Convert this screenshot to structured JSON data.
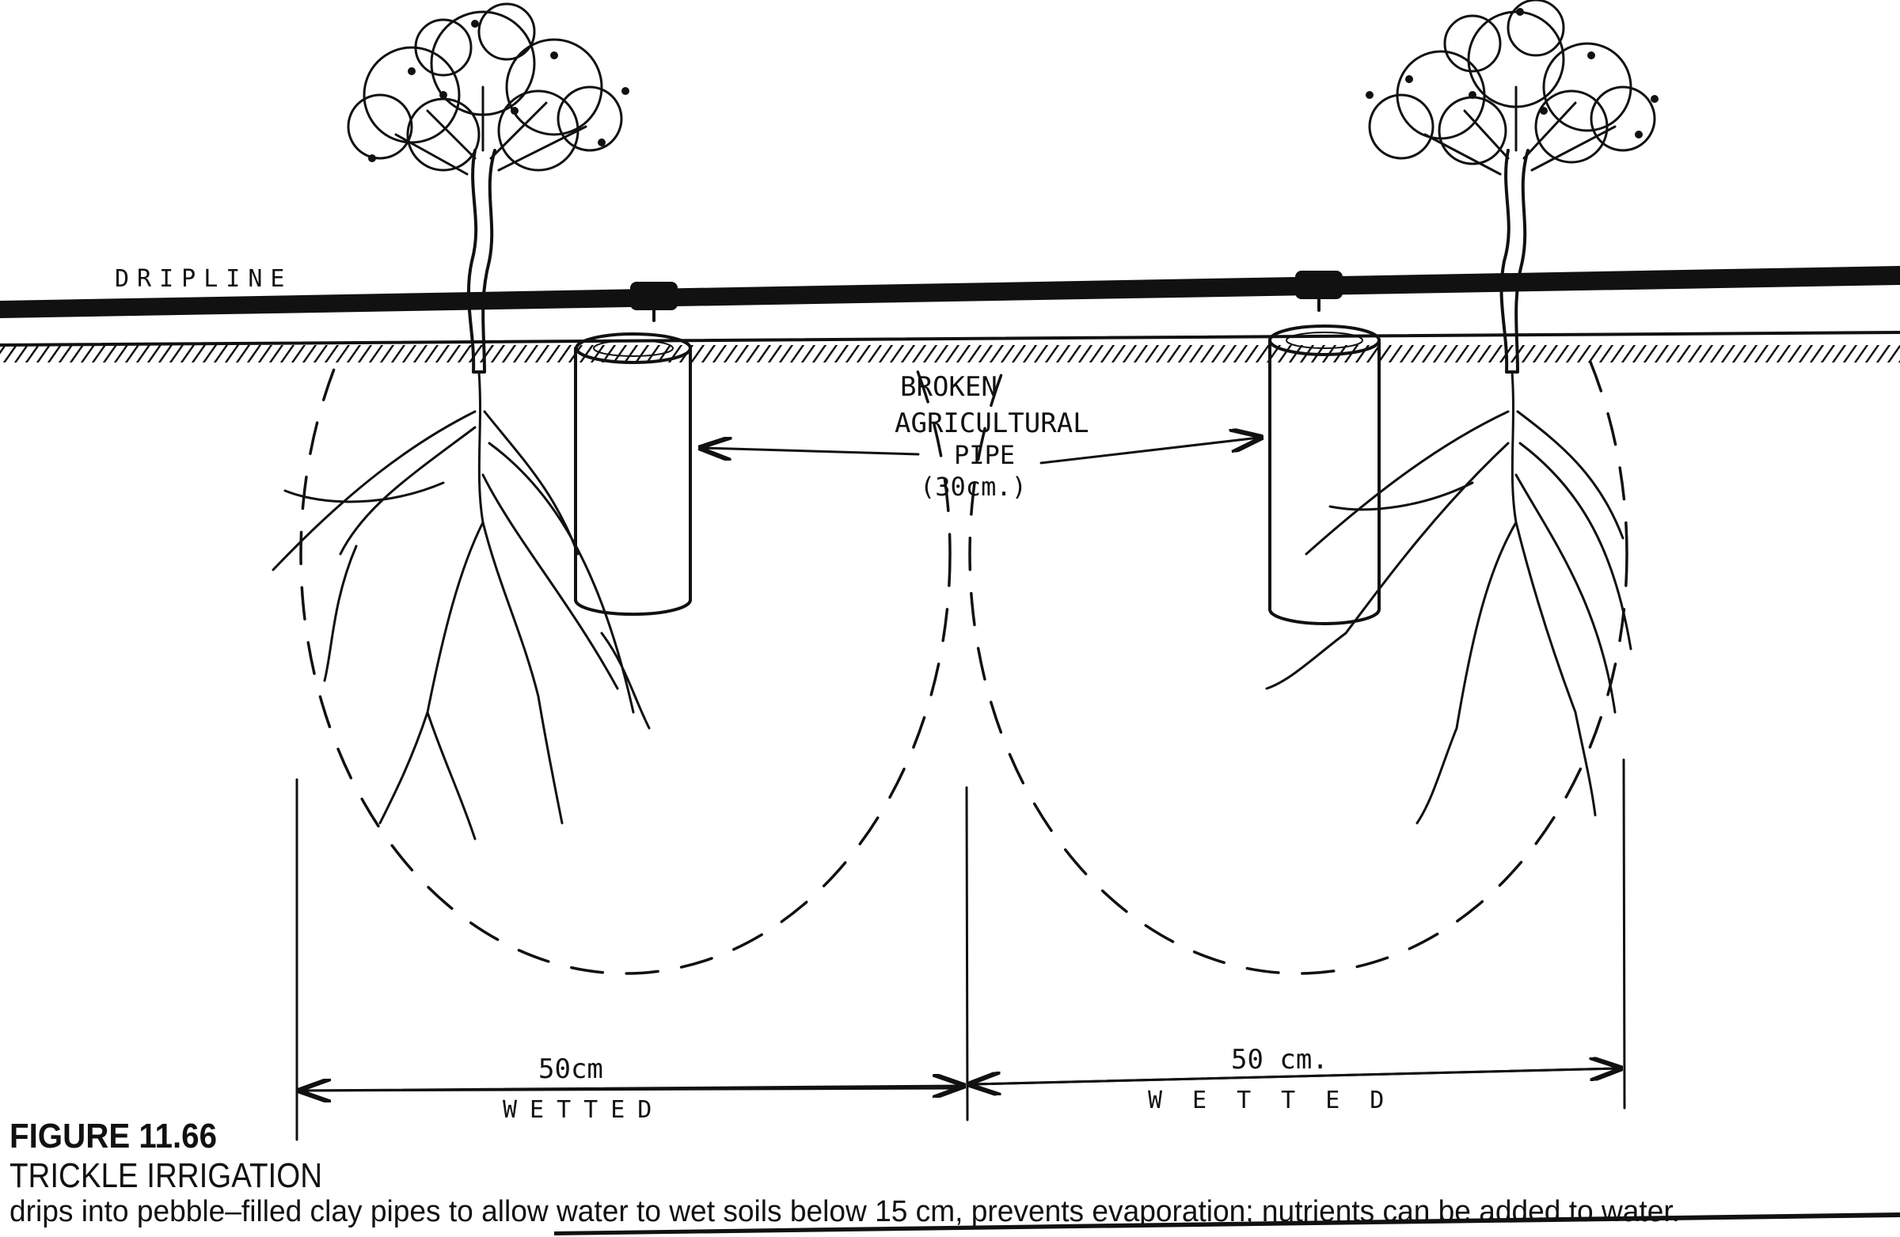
{
  "diagram": {
    "dripline_label": "DRIPLINE",
    "pipe_label": {
      "line1": "BROKEN",
      "line2": "AGRICULTURAL",
      "line3": "PIPE",
      "line4": "(30cm.)"
    },
    "left_zone": {
      "width_label": "50cm",
      "zone_label": "WETTED"
    },
    "right_zone": {
      "width_label": "50 cm.",
      "zone_label": "WETTED"
    }
  },
  "caption": {
    "figure_number": "FIGURE 11.66",
    "title": "TRICKLE IRRIGATION",
    "description": "drips into pebble–filled clay pipes to allow water to wet soils below 15 cm, prevents evaporation; nutrients can be added to water."
  }
}
